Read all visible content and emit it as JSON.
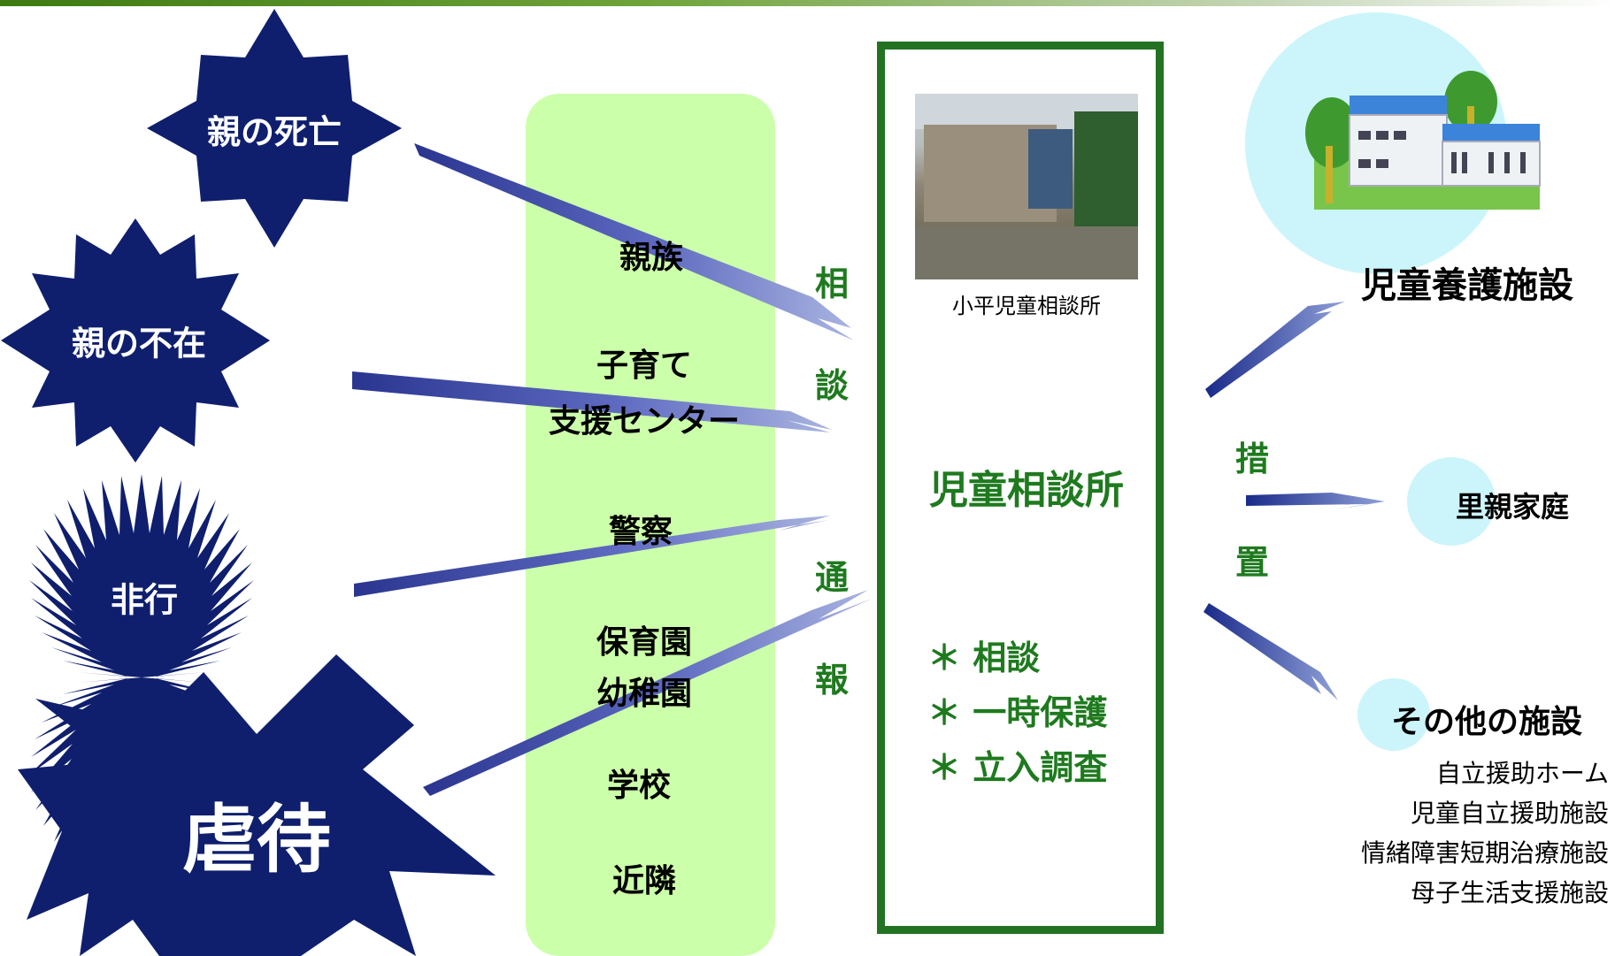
{
  "causes": {
    "parent_death": "親の死亡",
    "parent_absence": "親の不在",
    "delinquency": "非行",
    "abuse": "虐待"
  },
  "sources": {
    "relatives": "親族",
    "childcare_center_line1": "子育て",
    "childcare_center_line2": "支援センター",
    "police": "警察",
    "nursery_line1": "保育園",
    "nursery_line2": "幼稚園",
    "school": "学校",
    "neighbors": "近隣"
  },
  "consult_chars": [
    "相",
    "談"
  ],
  "report_chars": [
    "通",
    "報"
  ],
  "center": {
    "photo_caption": "小平児童相談所",
    "title": "児童相談所",
    "services": [
      "＊ 相談",
      "＊ 一時保護",
      "＊ 立入調査"
    ]
  },
  "placement_chars": [
    "措",
    "置"
  ],
  "destinations": {
    "foster_home_facility": "児童養護施設",
    "foster_family": "里親家庭",
    "other_facilities": "その他の施設",
    "other_list": [
      "自立援助ホーム",
      "児童自立援助施設",
      "情緒障害短期治療施設",
      "母子生活支援施設"
    ]
  },
  "colors": {
    "star_fill": "#0f1f6e",
    "source_panel": "#ccffaa",
    "center_border": "#227222",
    "green_text": "#1e7a1e",
    "dest_circle": "#ccf5fb"
  }
}
